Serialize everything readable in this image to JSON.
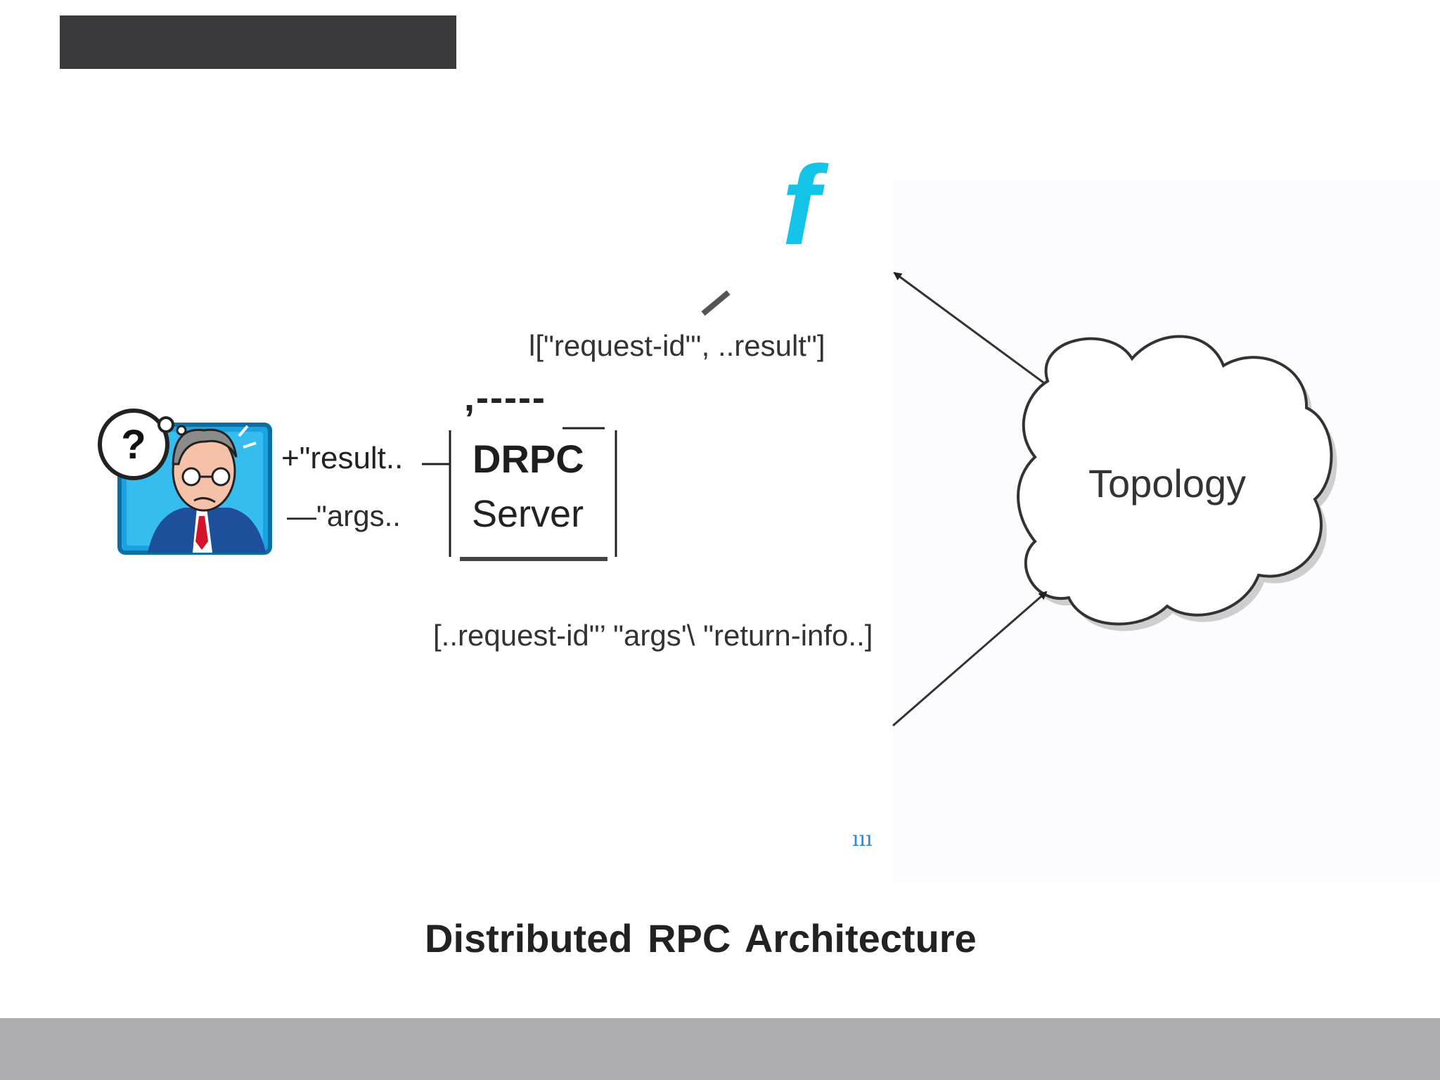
{
  "diagram": {
    "caption": "Distributed  RPC Architecture",
    "client_icon": "confused-user-icon",
    "function_icon": "function-icon",
    "function_symbol": "f",
    "server": {
      "title": "DRPC",
      "subtitle": "Server",
      "artifact": ",-----"
    },
    "topology": {
      "label": "Topology"
    },
    "client_links": {
      "result": "+\"result..",
      "args": "—\"args.."
    },
    "arrows": {
      "to_function": "l[\"request-id\"', ..result\"]",
      "to_topology": "[..request-id\"’ \"args'\\  \"return-info..]"
    },
    "blue_mark": "ııı"
  },
  "colors": {
    "title_bar": "#3a3a3c",
    "footer_bar": "#adadb0",
    "function_accent": "#13c3e8",
    "icon_blue": "#1aa3e0"
  }
}
